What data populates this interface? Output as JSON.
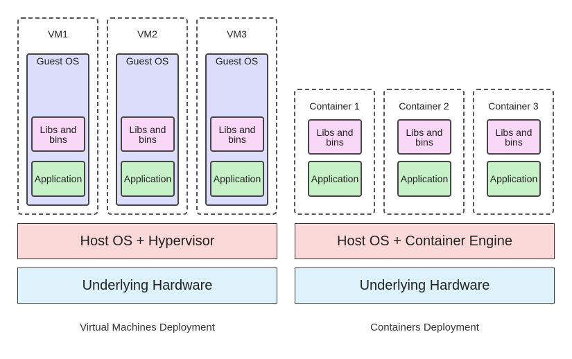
{
  "vm_side": {
    "vms": [
      {
        "name": "VM1",
        "guest_os": "Guest OS",
        "libs": "Libs and bins",
        "app": "Application"
      },
      {
        "name": "VM2",
        "guest_os": "Guest OS",
        "libs": "Libs and bins",
        "app": "Application"
      },
      {
        "name": "VM3",
        "guest_os": "Guest OS",
        "libs": "Libs and bins",
        "app": "Application"
      }
    ],
    "host": "Host OS + Hypervisor",
    "hardware": "Underlying Hardware",
    "caption": "Virtual Machines Deployment"
  },
  "container_side": {
    "containers": [
      {
        "name": "Container 1",
        "libs": "Libs and bins",
        "app": "Application"
      },
      {
        "name": "Container 2",
        "libs": "Libs and bins",
        "app": "Application"
      },
      {
        "name": "Container 3",
        "libs": "Libs and bins",
        "app": "Application"
      }
    ],
    "host": "Host OS + Container Engine",
    "hardware": "Underlying Hardware",
    "caption": "Containers Deployment"
  },
  "colors": {
    "guest_os": "#dcdcfb",
    "libs": "#f9d7f6",
    "application": "#c7f2c7",
    "host": "#fcd9d9",
    "hardware": "#def2fb"
  }
}
